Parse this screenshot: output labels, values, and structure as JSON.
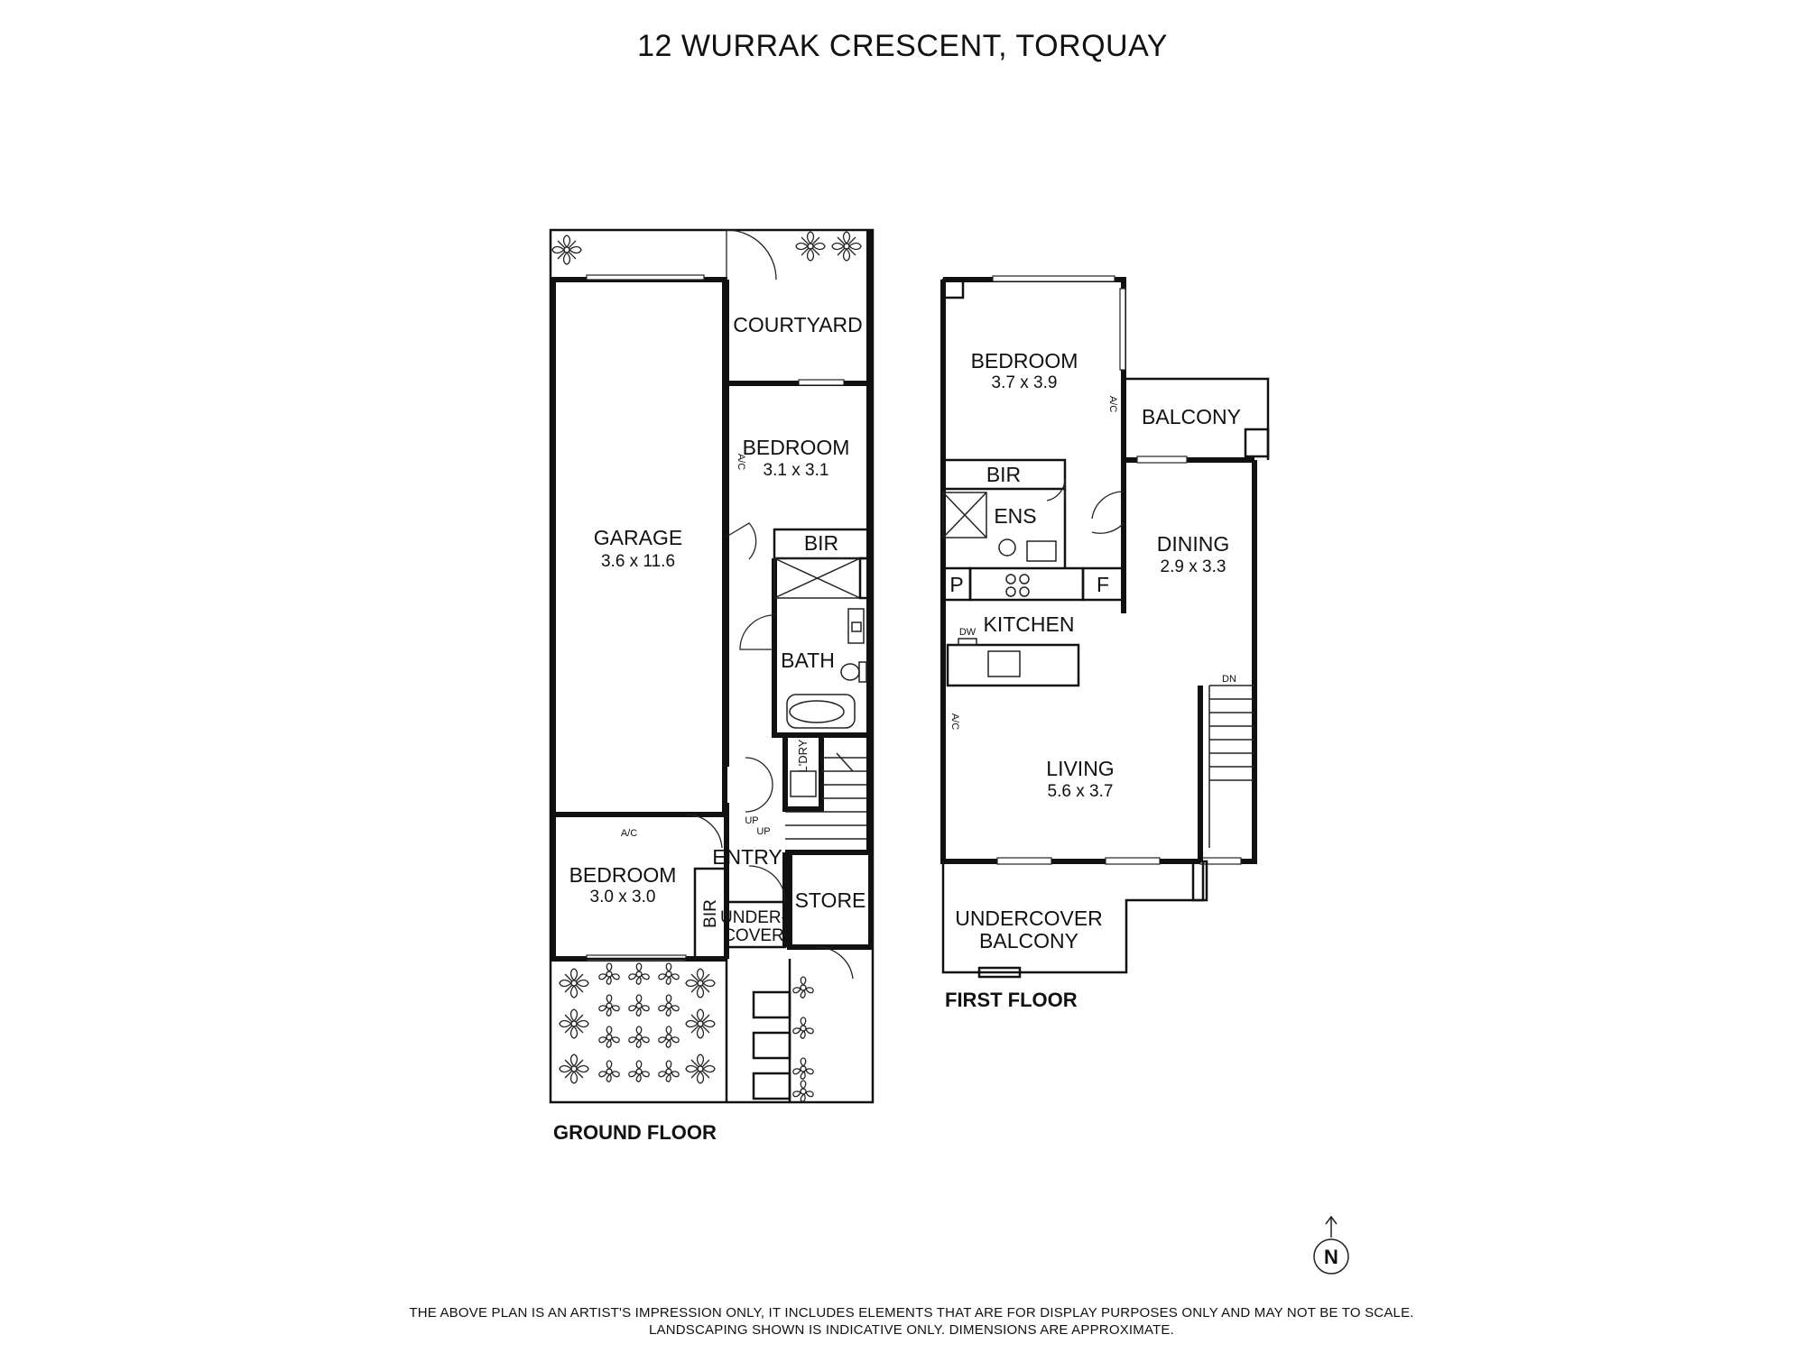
{
  "title": "12 WURRAK CRESCENT, TORQUAY",
  "ground_floor": {
    "label": "GROUND FLOOR",
    "rooms": {
      "courtyard": "COURTYARD",
      "garage": {
        "name": "GARAGE",
        "dims": "3.6 x 11.6"
      },
      "bedroom2": {
        "name": "BEDROOM",
        "dims": "3.1 x 3.1"
      },
      "bir1": "BIR",
      "bath": "BATH",
      "laundry": "L'DRY",
      "bedroom3": {
        "name": "BEDROOM",
        "dims": "3.0 x 3.0"
      },
      "bir2": "BIR",
      "entry": "ENTRY",
      "undercover_line1": "UNDER-",
      "undercover_line2": "COVER",
      "store": "STORE"
    },
    "labels": {
      "ac1": "A/C",
      "ac2": "A/C",
      "up1": "UP",
      "up2": "UP"
    }
  },
  "first_floor": {
    "label": "FIRST FLOOR",
    "rooms": {
      "bedroom1": {
        "name": "BEDROOM",
        "dims": "3.7 x 3.9"
      },
      "balcony": "BALCONY",
      "bir": "BIR",
      "ens": "ENS",
      "dining": {
        "name": "DINING",
        "dims": "2.9 x 3.3"
      },
      "pantry": "P",
      "fridge": "F",
      "kitchen": "KITCHEN",
      "living": {
        "name": "LIVING",
        "dims": "5.6 x 3.7"
      },
      "undercover_balcony_line1": "UNDERCOVER",
      "undercover_balcony_line2": "BALCONY"
    },
    "labels": {
      "ac1": "A/C",
      "ac2": "A/C",
      "dw": "DW",
      "dn": "DN"
    }
  },
  "compass": "N",
  "icons": [
    "compass-north-icon",
    "plant-icon"
  ],
  "disclaimer_line1": "THE ABOVE PLAN IS AN ARTIST'S IMPRESSION ONLY, IT INCLUDES ELEMENTS THAT ARE FOR DISPLAY PURPOSES ONLY AND MAY NOT BE TO SCALE.",
  "disclaimer_line2": "LANDSCAPING SHOWN IS INDICATIVE ONLY. DIMENSIONS ARE APPROXIMATE."
}
